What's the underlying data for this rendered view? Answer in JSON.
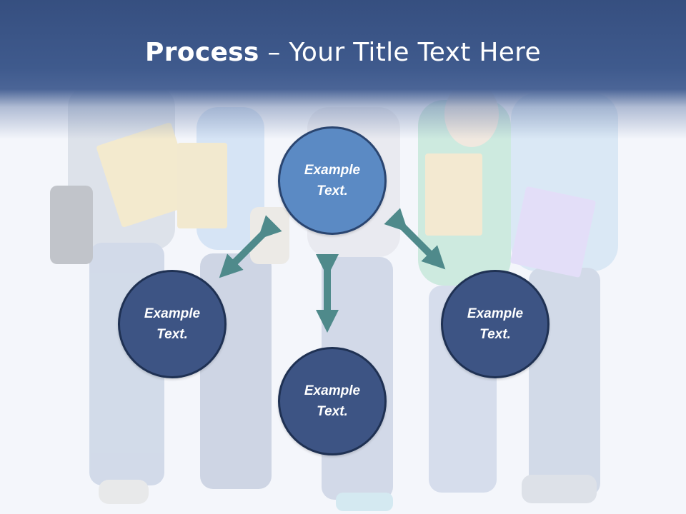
{
  "title": {
    "bold": "Process",
    "rest": " – Your Title Text Here"
  },
  "nodes": {
    "top": {
      "line1": "Example",
      "line2": "Text."
    },
    "left": {
      "line1": "Example",
      "line2": "Text."
    },
    "right": {
      "line1": "Example",
      "line2": "Text."
    },
    "bottom": {
      "line1": "Example",
      "line2": "Text."
    }
  },
  "colors": {
    "title_band": "#3f5a8d",
    "circle_top": "#5b8ac4",
    "circle_dark": "#3d5484",
    "arrow": "#4f8a8b"
  },
  "background_image": "students-holding-books-photo"
}
